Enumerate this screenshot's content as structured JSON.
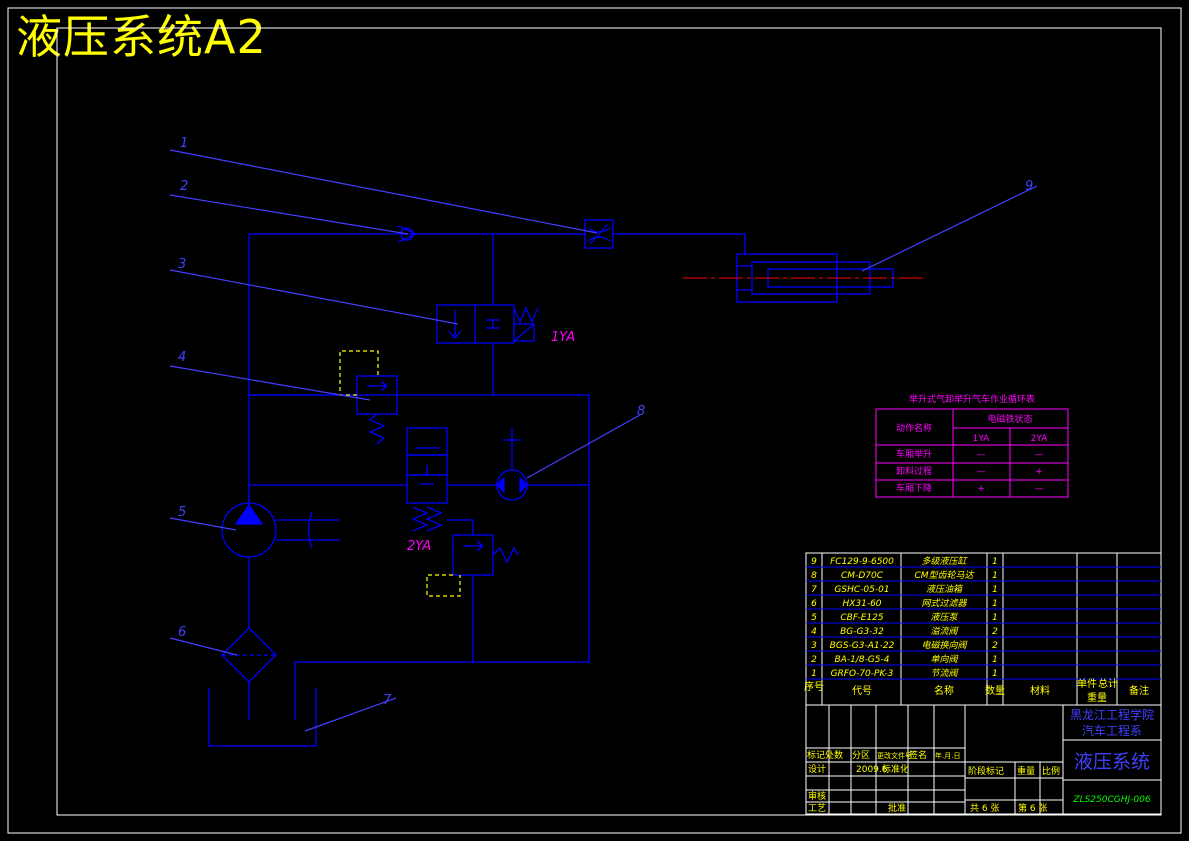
{
  "drawing_title": "液压系统A2",
  "callouts": [
    "1",
    "2",
    "3",
    "4",
    "5",
    "6",
    "7",
    "8",
    "9"
  ],
  "solenoid_labels": {
    "first": "1YA",
    "second": "2YA"
  },
  "state_table": {
    "title": "举升式气卸举升气车作业循环表",
    "header_action": "动作名称",
    "header_state": "电磁铁状态",
    "header_1ya": "1YA",
    "header_2ya": "2YA",
    "rows": [
      {
        "name": "车厢举升",
        "ya1": "—",
        "ya2": "—"
      },
      {
        "name": "卸料过程",
        "ya1": "—",
        "ya2": "+"
      },
      {
        "name": "车厢下降",
        "ya1": "+",
        "ya2": "—"
      }
    ]
  },
  "parts_list": [
    {
      "no": "9",
      "code": "FC129-9-6500",
      "name": "多级液压缸",
      "qty": "1"
    },
    {
      "no": "8",
      "code": "CM-D70C",
      "name": "CM型齿轮马达",
      "qty": "1"
    },
    {
      "no": "7",
      "code": "GSHC-05-01",
      "name": "液压油箱",
      "qty": "1"
    },
    {
      "no": "6",
      "code": "HX31-60",
      "name": "网式过滤器",
      "qty": "1"
    },
    {
      "no": "5",
      "code": "CBF-E125",
      "name": "液压泵",
      "qty": "1"
    },
    {
      "no": "4",
      "code": "BG-G3-32",
      "name": "溢流阀",
      "qty": "2"
    },
    {
      "no": "3",
      "code": "BGS-G3-A1-22",
      "name": "电磁换向阀",
      "qty": "2"
    },
    {
      "no": "2",
      "code": "BA-1/8-G5-4",
      "name": "单向阀",
      "qty": "1"
    },
    {
      "no": "1",
      "code": "GRFO-70-PK-3",
      "name": "节流阀",
      "qty": "1"
    }
  ],
  "parts_header": {
    "no": "序号",
    "code": "代号",
    "name": "名称",
    "qty": "数量",
    "material": "材料",
    "unit_weight": "单件",
    "total_weight": "总计",
    "weight": "重量",
    "remark": "备注"
  },
  "title_block": {
    "school": "黑龙江工程学院",
    "dept": "汽车工程系",
    "drawing_name": "液压系统",
    "drawing_code": "ZLS250CGHJ-006",
    "rev_header": "标记处数",
    "zone": "分区",
    "change_doc": "更改文件号",
    "sign": "签名",
    "date_short": "年.月.日",
    "design": "设计",
    "design_date": "2009.6",
    "standardize": "标准化",
    "review": "审核",
    "process": "工艺",
    "approve": "批准",
    "stage_mark": "阶段标记",
    "weight": "重量",
    "scale": "比例",
    "total_sheets": "共 6 张",
    "sheet_no": "第 6 张"
  },
  "colors": {
    "line": "#0000ff",
    "label": "#4040ff",
    "magenta": "#ff00ff",
    "red": "#ff0000",
    "yellow": "#ffff00",
    "cyan": "#00ffff",
    "green": "#00ff00",
    "white": "#ffffff"
  }
}
